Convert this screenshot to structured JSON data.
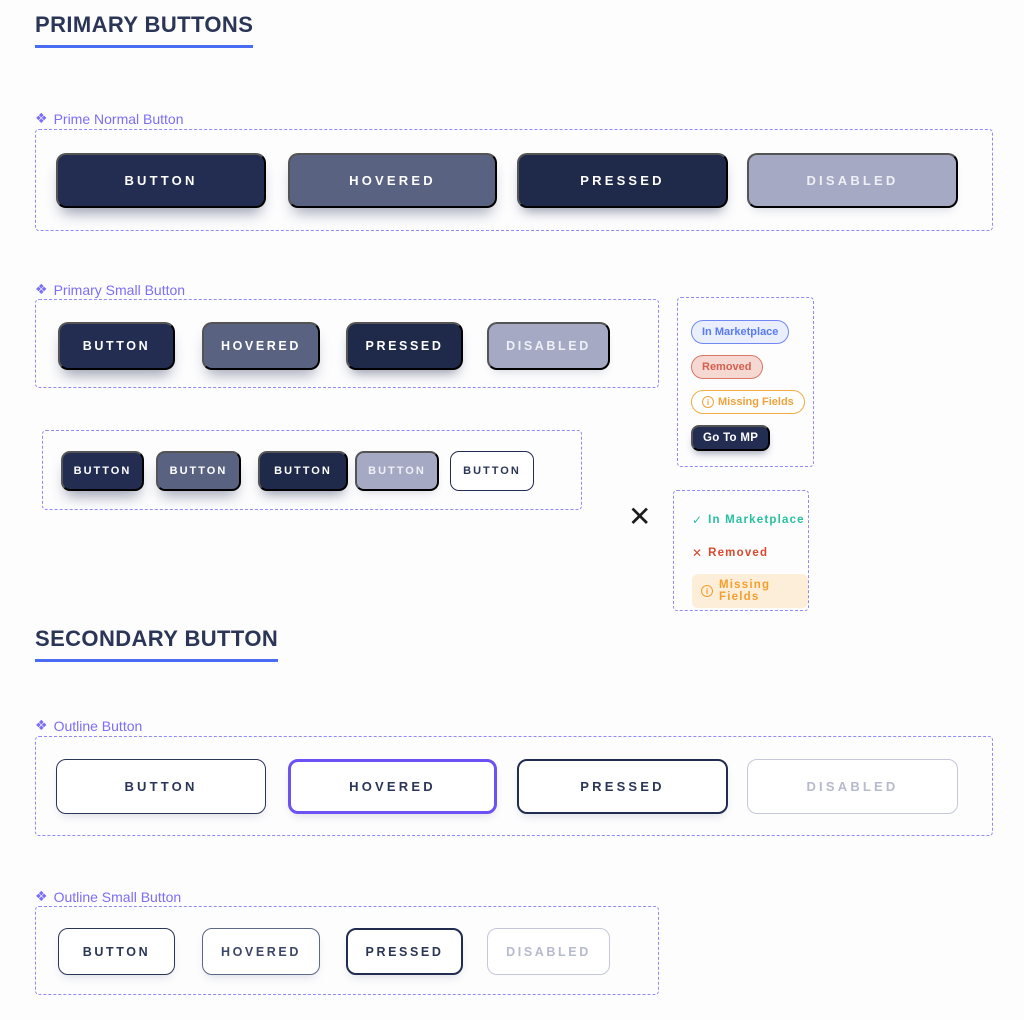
{
  "colors": {
    "primary_navy": "#232d52",
    "hovered_slate": "#5a6282",
    "disabled_fill": "#a5a9c3",
    "accent_purple_label": "#7b6ef8",
    "dashed_border_purple": "#9289f9",
    "title_underline_blue": "#4a6cf2",
    "title_text_navy": "#2b3657",
    "outline_hover_purple": "#6d51f5",
    "badge_blue": "#5a7bf0",
    "badge_red": "#d4604f",
    "badge_orange": "#f0a23c",
    "status_green": "#26c0a0",
    "status_red": "#d8492e",
    "status_orange_bg": "#fdeeda"
  },
  "primary_section": {
    "title": "PRIMARY BUTTONS"
  },
  "secondary_section": {
    "title": "SECONDARY BUTTON"
  },
  "prime_normal": {
    "marker": "❖",
    "label": "Prime Normal Button",
    "buttons": [
      {
        "label": "BUTTON",
        "state": "normal"
      },
      {
        "label": "HOVERED",
        "state": "hovered"
      },
      {
        "label": "PRESSED",
        "state": "pressed"
      },
      {
        "label": "DISABLED",
        "state": "disabled"
      }
    ]
  },
  "primary_small": {
    "marker": "❖",
    "label": "Primary Small Button",
    "buttons": [
      {
        "label": "BUTTON",
        "state": "normal"
      },
      {
        "label": "HOVERED",
        "state": "hovered"
      },
      {
        "label": "PRESSED",
        "state": "pressed"
      },
      {
        "label": "DISABLED",
        "state": "disabled"
      }
    ]
  },
  "tiny_row": {
    "buttons": [
      {
        "label": "BUTTON",
        "state": "normal"
      },
      {
        "label": "BUTTON",
        "state": "hovered"
      },
      {
        "label": "BUTTON",
        "state": "pressed"
      },
      {
        "label": "BUTTON",
        "state": "disabled"
      },
      {
        "label": "BUTTON",
        "state": "outline"
      }
    ]
  },
  "badge_panel": {
    "in_marketplace": "In Marketplace",
    "removed": "Removed",
    "missing_fields": "Missing Fields",
    "go_to_mp": "Go To MP"
  },
  "close_mark": "✕",
  "status_panel": {
    "in_marketplace": {
      "icon": "✓",
      "label": "In Marketplace"
    },
    "removed": {
      "icon": "✕",
      "label": "Removed"
    },
    "missing_fields": {
      "icon": "info-circle",
      "label": "Missing Fields"
    }
  },
  "outline": {
    "marker": "❖",
    "label": "Outline Button",
    "buttons": [
      {
        "label": "BUTTON",
        "state": "normal"
      },
      {
        "label": "HOVERED",
        "state": "hovered"
      },
      {
        "label": "PRESSED",
        "state": "pressed"
      },
      {
        "label": "DISABLED",
        "state": "disabled"
      }
    ]
  },
  "outline_small": {
    "marker": "❖",
    "label": "Outline Small Button",
    "buttons": [
      {
        "label": "BUTTON",
        "state": "normal"
      },
      {
        "label": "HOVERED",
        "state": "hovered"
      },
      {
        "label": "PRESSED",
        "state": "pressed"
      },
      {
        "label": "DISABLED",
        "state": "disabled"
      }
    ]
  }
}
